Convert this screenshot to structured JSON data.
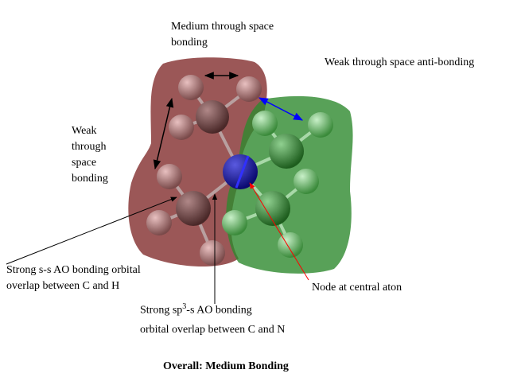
{
  "labels": {
    "medium_through_space": [
      "Medium through space",
      "bonding"
    ],
    "weak_anti_bonding": "Weak through space anti-bonding",
    "weak_through_space": [
      "Weak",
      "through",
      "space",
      "bonding"
    ],
    "strong_ss": [
      "Strong s-s AO bonding orbital",
      "overlap between C and H"
    ],
    "node": "Node at central aton",
    "strong_sp3": {
      "prefix": "Strong sp",
      "sup": "3",
      "suffix": "-s AO bonding",
      "line2": "orbital overlap between C and N"
    },
    "overall": "Overall: Medium Bonding"
  },
  "colors": {
    "positive_lobe": "#8a3a3a",
    "negative_lobe": "#2e8a2e",
    "nitrogen": "#1a1aa0",
    "anti_bonding_arrow": "#0000ff",
    "node_arrow": "#ff0000"
  }
}
